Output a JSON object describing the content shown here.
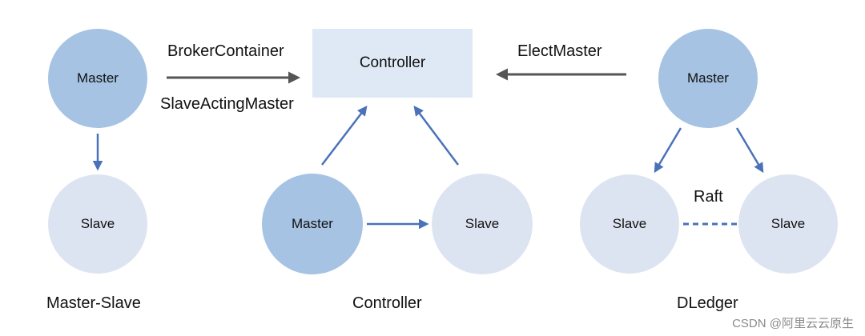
{
  "nodes": {
    "left_master": "Master",
    "left_slave": "Slave",
    "controller_box": "Controller",
    "mid_master": "Master",
    "mid_slave": "Slave",
    "right_master": "Master",
    "right_slave_left": "Slave",
    "right_slave_right": "Slave"
  },
  "edge_labels": {
    "broker_container": "BrokerContainer",
    "slave_acting_master": "SlaveActingMaster",
    "elect_master": "ElectMaster",
    "raft": "Raft"
  },
  "captions": {
    "master_slave": "Master-Slave",
    "controller": "Controller",
    "dledger": "DLedger"
  },
  "watermark": "CSDN @阿里云云原生",
  "colors": {
    "master_fill": "#a6c3e3",
    "slave_fill": "#dde4f1",
    "controller_fill": "#dfe9f5",
    "blue_arrow": "#4a72b8",
    "gray_arrow": "#555555"
  }
}
